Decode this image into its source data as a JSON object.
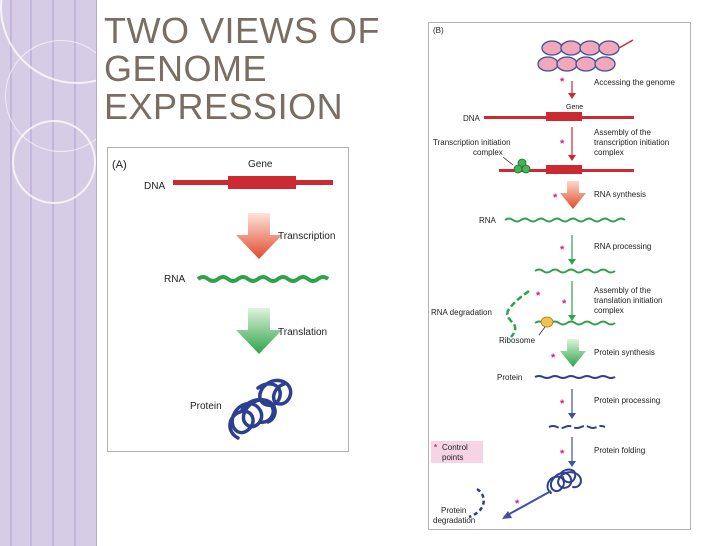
{
  "slide": {
    "title_lines": [
      "TWO VIEWS OF",
      "GENOME",
      "EXPRESSION"
    ]
  },
  "panel_a": {
    "label": "(A)",
    "gene": "Gene",
    "dna": "DNA",
    "transcription": "Transcription",
    "rna": "RNA",
    "translation": "Translation",
    "protein": "Protein"
  },
  "panel_b": {
    "label": "(B)",
    "gene": "Gene",
    "dna": "DNA",
    "accessing": "Accessing the genome",
    "ti_complex_left": [
      "Transcription initiation",
      "complex"
    ],
    "assembly_ti": [
      "Assembly of the",
      "transcription initiation",
      "complex"
    ],
    "rna_synthesis": "RNA synthesis",
    "rna": "RNA",
    "rna_processing": "RNA processing",
    "assembly_tli": [
      "Assembly of the",
      "translation initiation",
      "complex"
    ],
    "rna_degradation": "RNA degradation",
    "ribosome": "Ribosome",
    "protein_synthesis": "Protein synthesis",
    "protein": "Protein",
    "protein_processing": "Protein processing",
    "control_points": [
      "Control",
      "points"
    ],
    "protein_folding": "Protein folding",
    "protein_degradation": [
      "Protein",
      "degradation"
    ],
    "asterisk": "*"
  },
  "colors": {
    "sidebar": "#d6cce6",
    "title": "#7a6e62",
    "dna_red": "#cc2a33",
    "rna_green": "#2ea34a",
    "protein_blue": "#2d3f8f",
    "asterisk_magenta": "#d2237c",
    "control_box": "#f6d4e6"
  }
}
